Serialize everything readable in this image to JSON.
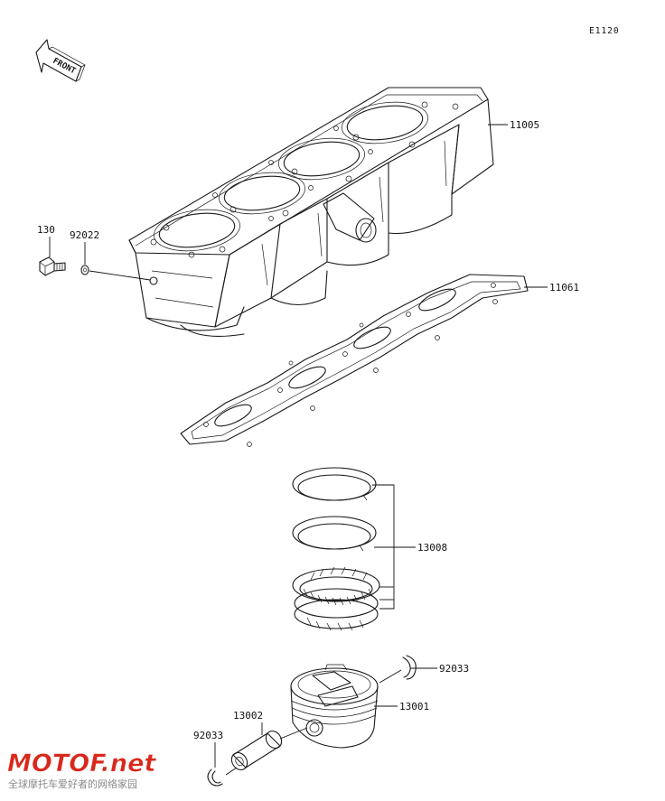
{
  "diagram": {
    "code": "E1120",
    "front_label": "FRONT",
    "parts": [
      {
        "id": "p11005",
        "label": "11005"
      },
      {
        "id": "p11061",
        "label": "11061"
      },
      {
        "id": "p130",
        "label": "130"
      },
      {
        "id": "p92022",
        "label": "92022"
      },
      {
        "id": "p13008",
        "label": "13008"
      },
      {
        "id": "p92033a",
        "label": "92033"
      },
      {
        "id": "p13001",
        "label": "13001"
      },
      {
        "id": "p13002",
        "label": "13002"
      },
      {
        "id": "p92033b",
        "label": "92033"
      }
    ]
  },
  "watermark": {
    "main": "MOTOF.net",
    "sub": "全球摩托车爱好者的网络家园"
  },
  "colors": {
    "ink": "#1a1a1a",
    "watermark_red": "#d9281c",
    "watermark_gray": "#8a8a8a"
  }
}
